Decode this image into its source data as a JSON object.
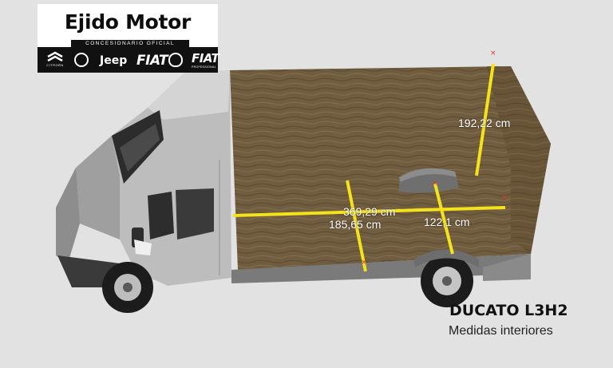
{
  "logo": {
    "title": "Ejido Motor",
    "subtitle": "CONCESIONARIO OFICIAL",
    "brands": [
      "CITROËN",
      "Alfa Romeo",
      "Jeep",
      "FIAT",
      "Abarth",
      "FIAT PROFESSIONAL"
    ],
    "brand_jeep": "Jeep",
    "brand_fiat": "FIAT",
    "brand_fiat_pro": "FIAT",
    "brand_fiat_pro_sub": "PROFESSIONAL",
    "brand_citroen": "CITROËN"
  },
  "measurements": {
    "height": "192,22 cm",
    "length": "369,29 cm",
    "width": "185,65 cm",
    "wheel_arch": "122,1 cm"
  },
  "caption": {
    "title": "DUCATO L3H2",
    "subtitle": "Medidas interiores"
  },
  "colors": {
    "measure_line": "#f4e21a",
    "floor": "#6e5a3c",
    "van_body": "#a8a8a8",
    "background": "#e2e2e2"
  }
}
